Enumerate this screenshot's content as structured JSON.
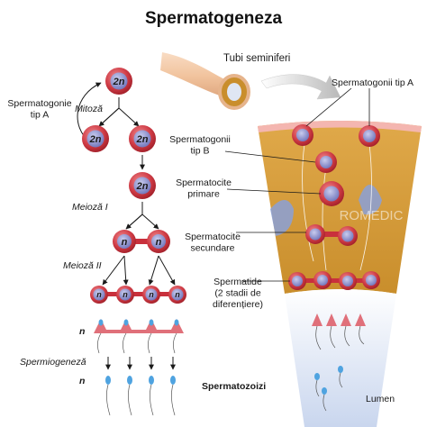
{
  "title": "Spermatogeneza",
  "colors": {
    "cell_outer": "#c9303c",
    "cell_inner": "#8a8fcf",
    "tubule_bg": "#d9a43e",
    "lumen": "#dfe6f3",
    "tube": "#f3c9a5",
    "arrow": "#1a1a1a"
  },
  "left": {
    "spermatogonie_a": "Spermatogonie\ntip A",
    "mitoza": "Mitoză",
    "meioza1": "Meioză I",
    "meioza2": "Meioză II",
    "spermiogeneza": "Spermiogeneză",
    "n_label_1": "n",
    "n_label_2": "n",
    "spermatozoizi": "Spermatozoizi",
    "cell_2n": "2n",
    "cell_n": "n"
  },
  "right": {
    "tubi": "Tubi seminiferi",
    "spermatogonii_a": "Spermatogonii tip A",
    "spermatogonii_b": "Spermatogonii\ntip B",
    "spermatocite_primare": "Spermatocite\nprimare",
    "spermatocite_secundare": "Spermatocite\nsecundare",
    "spermatide": "Spermatide\n(2 stadii de\ndiferențiere)",
    "lumen": "Lumen",
    "watermark": "ROMEDIC"
  }
}
